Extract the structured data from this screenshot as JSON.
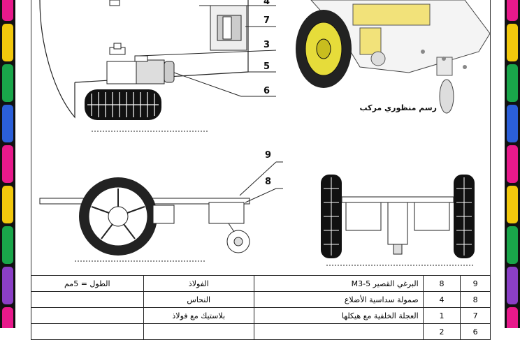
{
  "caption": "رسم منظوري مركب",
  "callouts": [
    "4",
    "7",
    "3",
    "5",
    "6",
    "9",
    "8"
  ],
  "frame_colors": [
    "#e8198b",
    "#f2c80c",
    "#19a64a",
    "#2b5fd9",
    "#e8198b",
    "#f2c80c",
    "#19a64a",
    "#8b3fc7",
    "#e8198b"
  ],
  "parts_table": {
    "rows": [
      {
        "num": "9",
        "qty": "8",
        "name": "البرغي القصير M3-5",
        "material": "الفولاذ",
        "note": "الطول = 5مم"
      },
      {
        "num": "8",
        "qty": "4",
        "name": "صمولة سداسية الأضلاع",
        "material": "النحاس",
        "note": ""
      },
      {
        "num": "7",
        "qty": "1",
        "name": "العجلة الخلفية مع هيكلها",
        "material": "بلاستيك مع فولاذ",
        "note": ""
      },
      {
        "num": "6",
        "qty": "2",
        "name": "",
        "material": "",
        "note": ""
      }
    ]
  }
}
